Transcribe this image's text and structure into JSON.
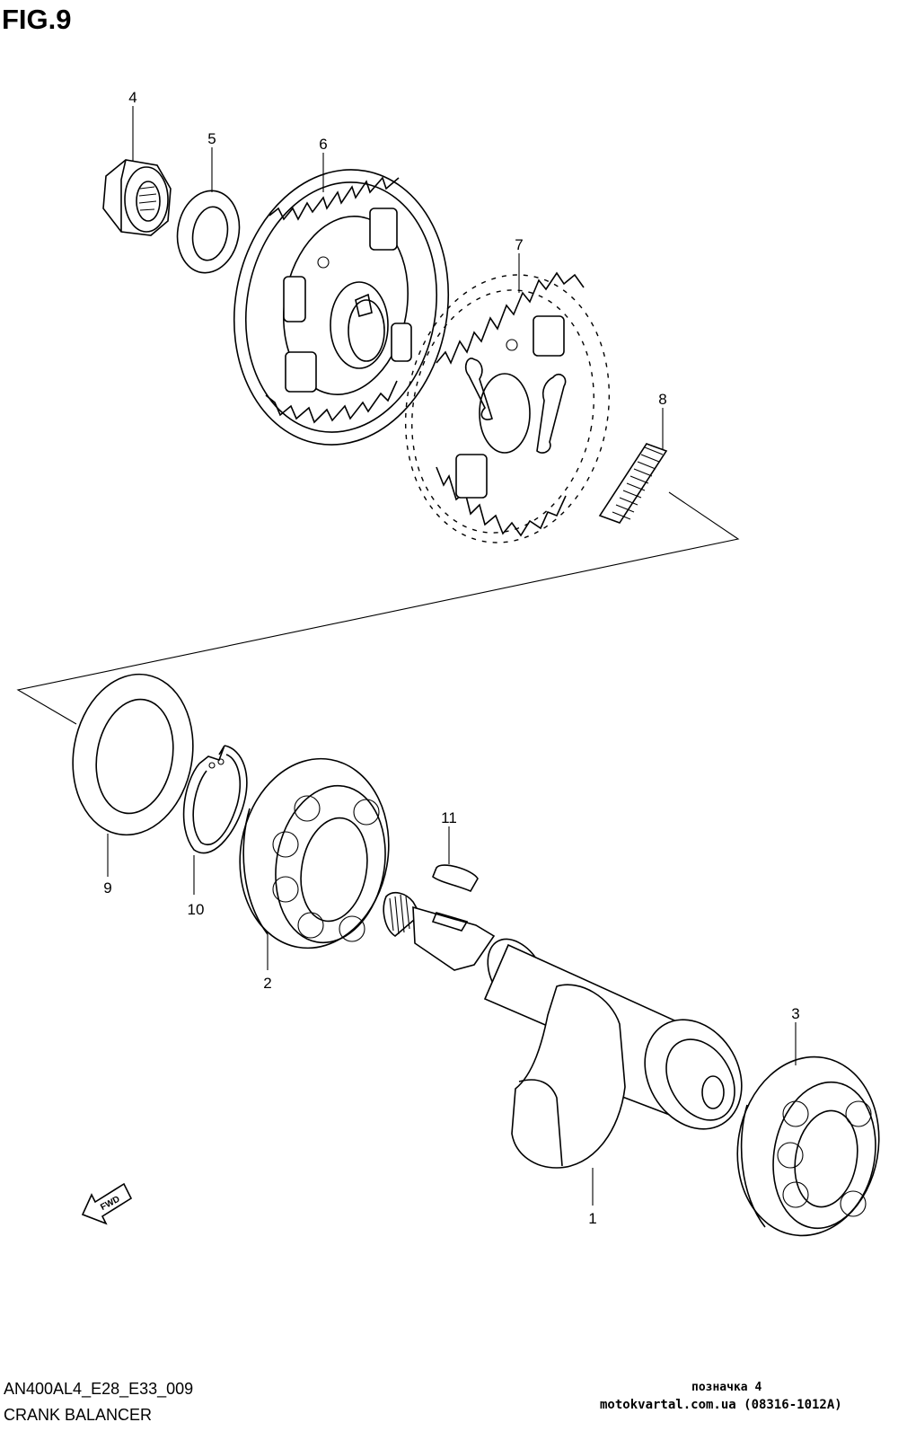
{
  "figure": {
    "title": "FIG.9"
  },
  "footer": {
    "model_code": "AN400AL4_E28_E33_009",
    "section_name": "CRANK BALANCER",
    "watermark_line1": "позначка 4",
    "watermark_line2": "motokvartal.com.ua (08316-1012A)"
  },
  "fwd_badge": {
    "label": "FWD"
  },
  "callouts": [
    {
      "number": "1",
      "part": "crank-balancer-shaft"
    },
    {
      "number": "2",
      "part": "bearing-left"
    },
    {
      "number": "3",
      "part": "bearing-right"
    },
    {
      "number": "4",
      "part": "nut"
    },
    {
      "number": "5",
      "part": "washer"
    },
    {
      "number": "6",
      "part": "drive-gear"
    },
    {
      "number": "7",
      "part": "driven-gear"
    },
    {
      "number": "8",
      "part": "spring"
    },
    {
      "number": "9",
      "part": "shim-washer"
    },
    {
      "number": "10",
      "part": "circlip"
    },
    {
      "number": "11",
      "part": "key"
    }
  ]
}
